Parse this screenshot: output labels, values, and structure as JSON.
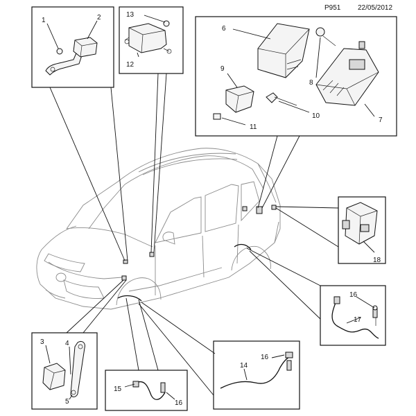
{
  "header": {
    "code": "P951",
    "date": "22/05/2012"
  },
  "callouts": {
    "c1": "1",
    "c2": "2",
    "c3": "3",
    "c4": "4",
    "c5": "5",
    "c6": "6",
    "c7": "7",
    "c8": "8",
    "c9": "9",
    "c10": "10",
    "c11": "11",
    "c12": "12",
    "c13": "13",
    "c14": "14",
    "c15": "15",
    "c16a": "16",
    "c16b": "16",
    "c16c": "16",
    "c17": "17",
    "c18": "18"
  }
}
